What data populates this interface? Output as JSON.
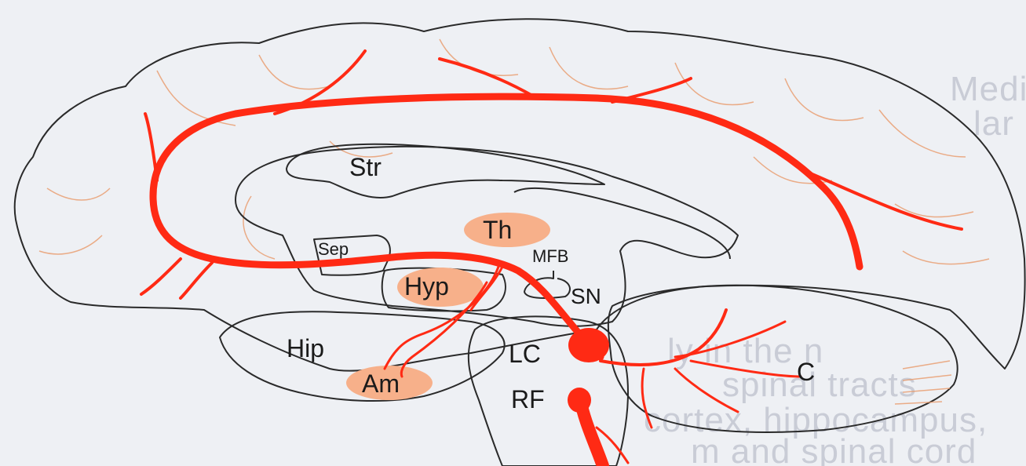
{
  "labels": {
    "str": "Str",
    "th": "Th",
    "sep": "Sep",
    "mfb": "MFB",
    "hyp": "Hyp",
    "sn": "SN",
    "hip": "Hip",
    "lc": "LC",
    "am": "Am",
    "rf": "RF",
    "c": "C"
  },
  "background_text": [
    "Medi",
    "lar",
    "ly in the n",
    "spinal tracts",
    "cortex, hippocampus,",
    "m and spinal cord"
  ],
  "colors": {
    "cortex": "#fbb18a",
    "inner": "#fde99c",
    "pathway": "#ff2a14",
    "label_bubble": "#f7b08a"
  }
}
